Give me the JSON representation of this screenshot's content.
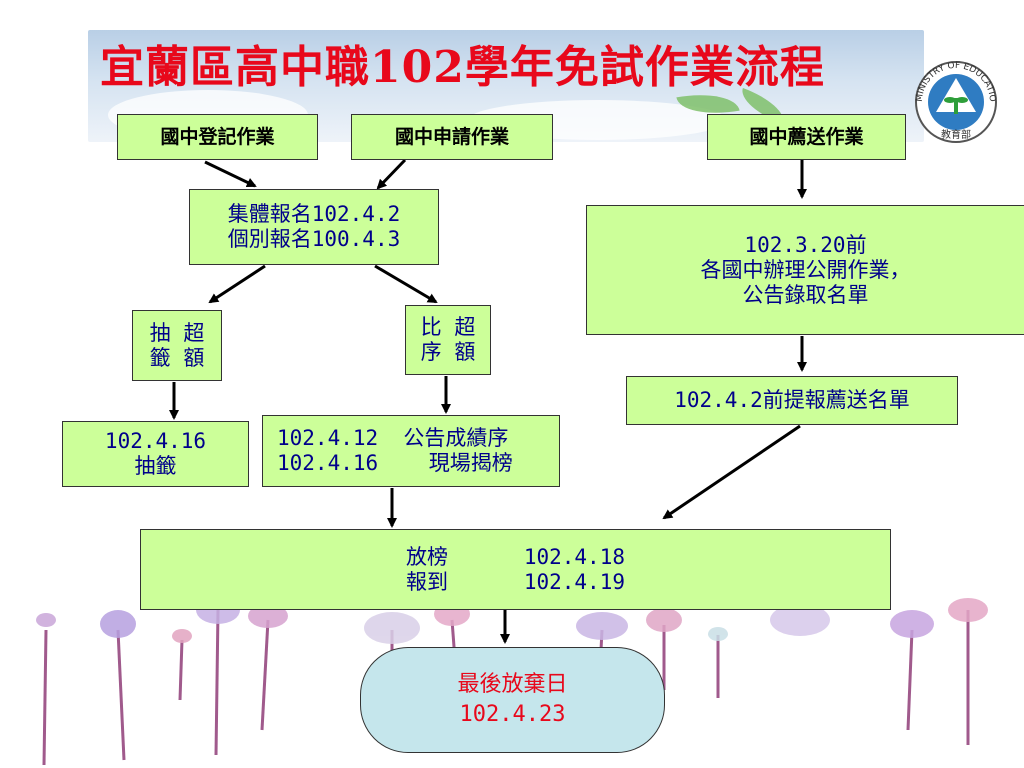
{
  "title": "宜蘭區高中職102學年免試作業流程",
  "logo": {
    "text": "MINISTRY OF EDUCATION",
    "sub": "教育部"
  },
  "boxes": {
    "register": "國中登記作業",
    "apply": "國中申請作業",
    "recommend": "國中薦送作業",
    "signup": "集體報名102.4.2\n個別報名100.4.3",
    "lottery_quota": "抽 超\n籤 額",
    "rank_quota": "比 超\n序 額",
    "public_ops": "102.3.20前\n各國中辦理公開作業，\n公告錄取名單",
    "lottery_date": "102.4.16\n抽籤",
    "rank_dates": "102.4.12  公告成績序\n102.4.16    現場揭榜",
    "submit_list": "102.4.2前提報薦送名單",
    "release": "放榜      102.4.18\n報到      102.4.19",
    "final_line1": "最後放棄日",
    "final_line2": "102.4.23"
  },
  "colors": {
    "title": "#e8081b",
    "box_fill": "#ccff99",
    "box_text": "#00008b",
    "final_fill": "#c5e6ec",
    "final_text": "#e8081b"
  }
}
